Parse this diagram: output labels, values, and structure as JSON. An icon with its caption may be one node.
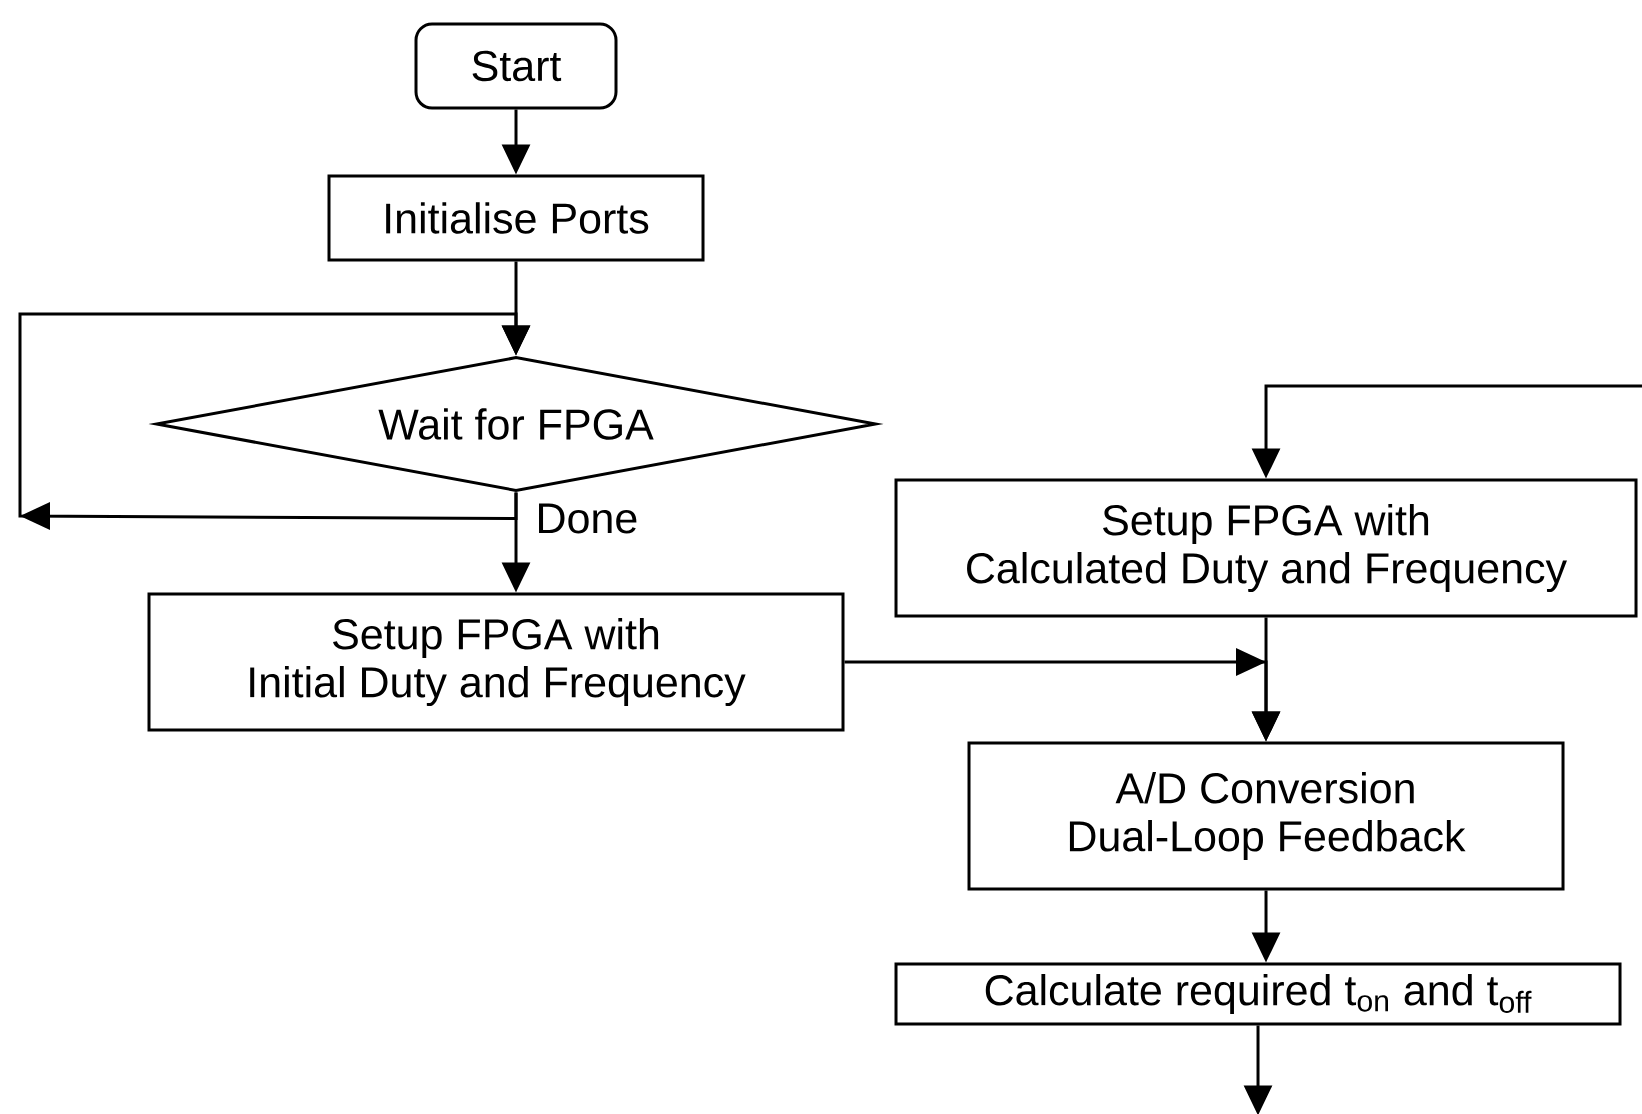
{
  "diagram": {
    "nodes": [
      {
        "text": [
          "Start"
        ]
      },
      {
        "text": [
          "Initialise Ports"
        ]
      },
      {
        "text": [
          "Wait for FPGA"
        ]
      },
      {
        "text": [
          "Setup FPGA with Initial Duty and Frequency"
        ]
      },
      {
        "text": [
          "Setup FPGA with Calculated Duty and Frequency"
        ]
      },
      {
        "text": [
          "A/D Conversion Dual-Loop Feedback"
        ]
      },
      {
        "text": [
          "Calculate required t$_{on}$ and t$_{off}$"
        ]
      }
    ],
    "edges": [
      {
        "from": 0,
        "to": 1,
        "arrow": "to"
      },
      {
        "from": 1,
        "to": 2,
        "arrow": "to"
      },
      {
        "from": 2,
        "to": 2,
        "arrow": "to"
      },
      {
        "from": 2,
        "to": 3,
        "arrow": "to",
        "label": "Done"
      },
      {
        "from": 3,
        "to": 5,
        "arrow": "to"
      },
      {
        "from": null,
        "to": 4,
        "arrow": "to"
      },
      {
        "from": 4,
        "to": 5,
        "arrow": "to"
      },
      {
        "from": 5,
        "to": 6,
        "arrow": "to"
      },
      {
        "from": 6,
        "to": null,
        "arrow": "to"
      }
    ]
  }
}
